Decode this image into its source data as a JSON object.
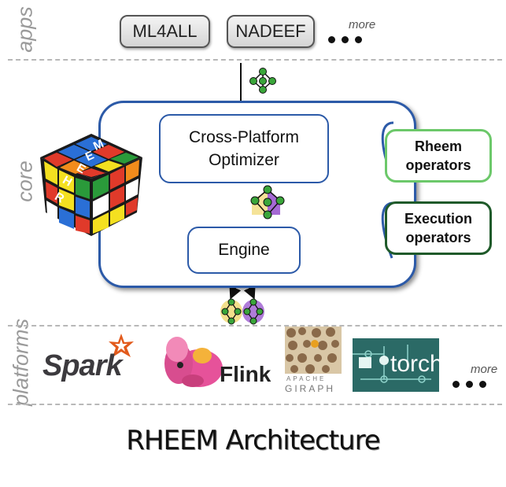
{
  "layers": {
    "apps_label": "apps",
    "core_label": "core",
    "platforms_label": "platforms"
  },
  "apps": {
    "items": [
      "ML4ALL",
      "NADEEF"
    ],
    "more_label": "more"
  },
  "core": {
    "optimizer_line1": "Cross-Platform",
    "optimizer_line2": "Optimizer",
    "engine_label": "Engine",
    "rheem_ops_line1": "Rheem",
    "rheem_ops_line2": "operators",
    "exec_ops_line1": "Execution",
    "exec_ops_line2": "operators",
    "cube_letters": [
      "R",
      "H",
      "E",
      "E",
      "M"
    ]
  },
  "platforms": {
    "spark": "Spark",
    "flink": "Flink",
    "giraph_top": "APACHE",
    "giraph": "GIRAPH",
    "torch": "torch",
    "more_label": "more"
  },
  "caption": "RHEEM Architecture",
  "colors": {
    "core_border": "#2c5aa8",
    "rheem_ops_border": "#6cc86a",
    "exec_ops_border": "#1f5a2a",
    "plan_node_green": "#3aa63a",
    "plan_node_purple": "#8e44c9",
    "layer_label": "#9a9a9a"
  }
}
